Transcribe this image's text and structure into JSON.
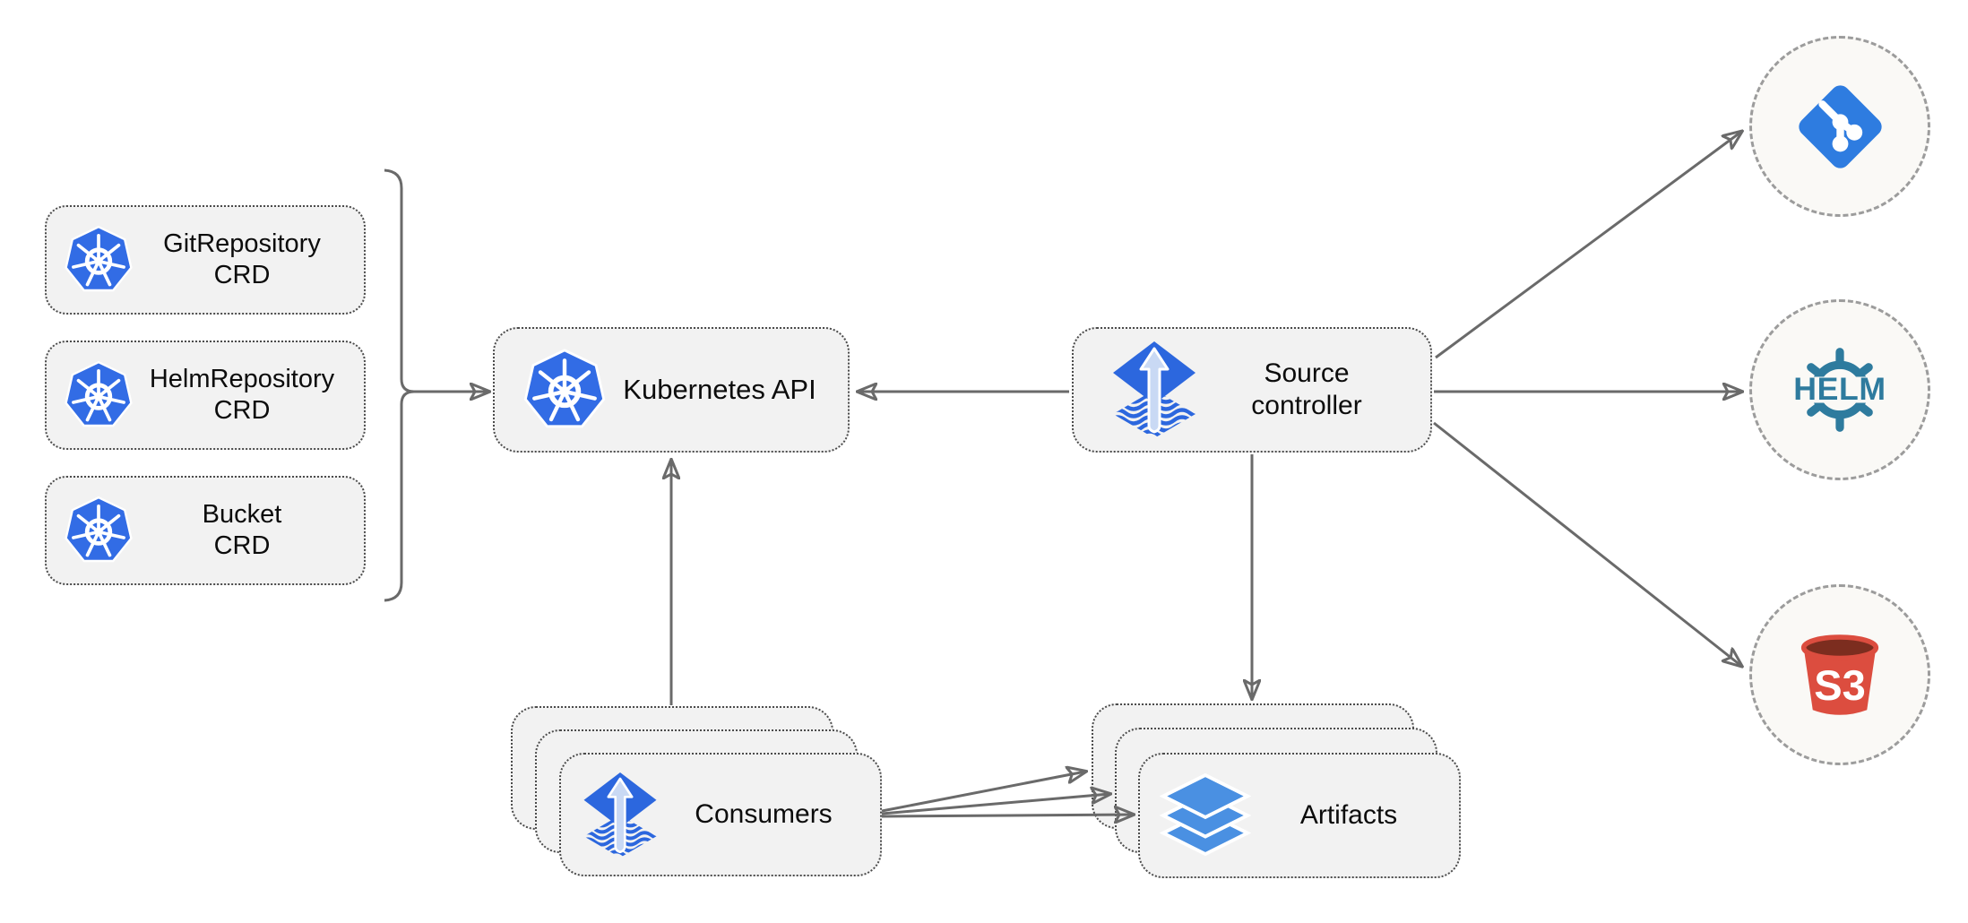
{
  "canvas": {
    "background": "#ffffff"
  },
  "colors": {
    "node_fill": "#f2f2f2",
    "node_border": "#4b4b4b",
    "circle_fill": "#faf9f6",
    "circle_border": "#9c9c9c",
    "connector": "#6a6a6a",
    "kubernetes_blue": "#326ce5",
    "flux_blue": "#2c67de",
    "flux_arrow_light": "#c9d9f4",
    "layers_blue": "#4a90e2",
    "git_blue": "#2e7ce0",
    "helm_teal": "#2e7b9e",
    "s3_red": "#dc4d3f",
    "s3_dark_red": "#7c2d1f"
  },
  "crd_boxes": [
    {
      "id": "gitrepository-crd",
      "line1": "GitRepository",
      "line2": "CRD",
      "icon": "kubernetes-icon"
    },
    {
      "id": "helmrepository-crd",
      "line1": "HelmRepository",
      "line2": "CRD",
      "icon": "kubernetes-icon"
    },
    {
      "id": "bucket-crd",
      "line1": "Bucket",
      "line2": "CRD",
      "icon": "kubernetes-icon"
    }
  ],
  "nodes": {
    "kubernetes_api": {
      "label": "Kubernetes API",
      "icon": "kubernetes-icon"
    },
    "source_controller": {
      "line1": "Source",
      "line2": "controller",
      "icon": "flux-source-icon"
    },
    "consumers": {
      "label": "Consumers",
      "icon": "flux-source-icon",
      "stack_count": 3
    },
    "artifacts": {
      "label": "Artifacts",
      "icon": "layers-icon",
      "stack_count": 3
    }
  },
  "external_sources": [
    {
      "id": "git",
      "icon": "git-icon"
    },
    {
      "id": "helm",
      "icon": "helm-icon",
      "label": "HELM"
    },
    {
      "id": "s3",
      "icon": "s3-bucket-icon",
      "label": "S3"
    }
  ],
  "edges": [
    {
      "from": "crd-group",
      "to": "kubernetes-api"
    },
    {
      "from": "source-controller",
      "to": "kubernetes-api"
    },
    {
      "from": "consumers",
      "to": "kubernetes-api"
    },
    {
      "from": "source-controller",
      "to": "artifacts"
    },
    {
      "from": "source-controller",
      "to": "git"
    },
    {
      "from": "source-controller",
      "to": "helm"
    },
    {
      "from": "source-controller",
      "to": "s3"
    },
    {
      "from": "consumers",
      "to": "artifacts"
    }
  ]
}
